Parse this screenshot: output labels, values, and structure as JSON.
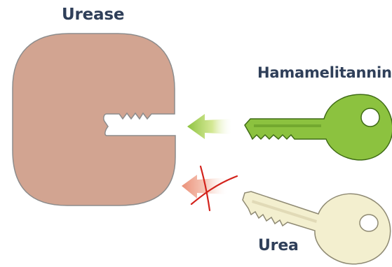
{
  "diagram": {
    "enzyme_label": "Urease",
    "inhibitor_label": "Hamamelitannin",
    "substrate_label": "Urea",
    "colors": {
      "enzyme_fill": "#d2a491",
      "enzyme_stroke": "#8c8c8c",
      "inhibitor_key_fill": "#8cc23f",
      "inhibitor_key_stroke": "#3f6b16",
      "substrate_key_fill": "#f3efcf",
      "substrate_key_stroke": "#8f8a73",
      "green_arrow": "#9ccc3b",
      "red_arrow": "#e58d78",
      "cross": "#d3231c",
      "label_text": "#2f3f59"
    },
    "icons": [
      "enzyme-lock-shape",
      "inhibitor-key-icon",
      "substrate-key-icon",
      "approach-arrow-green",
      "blocked-arrow-red",
      "cross-mark-icon"
    ]
  }
}
